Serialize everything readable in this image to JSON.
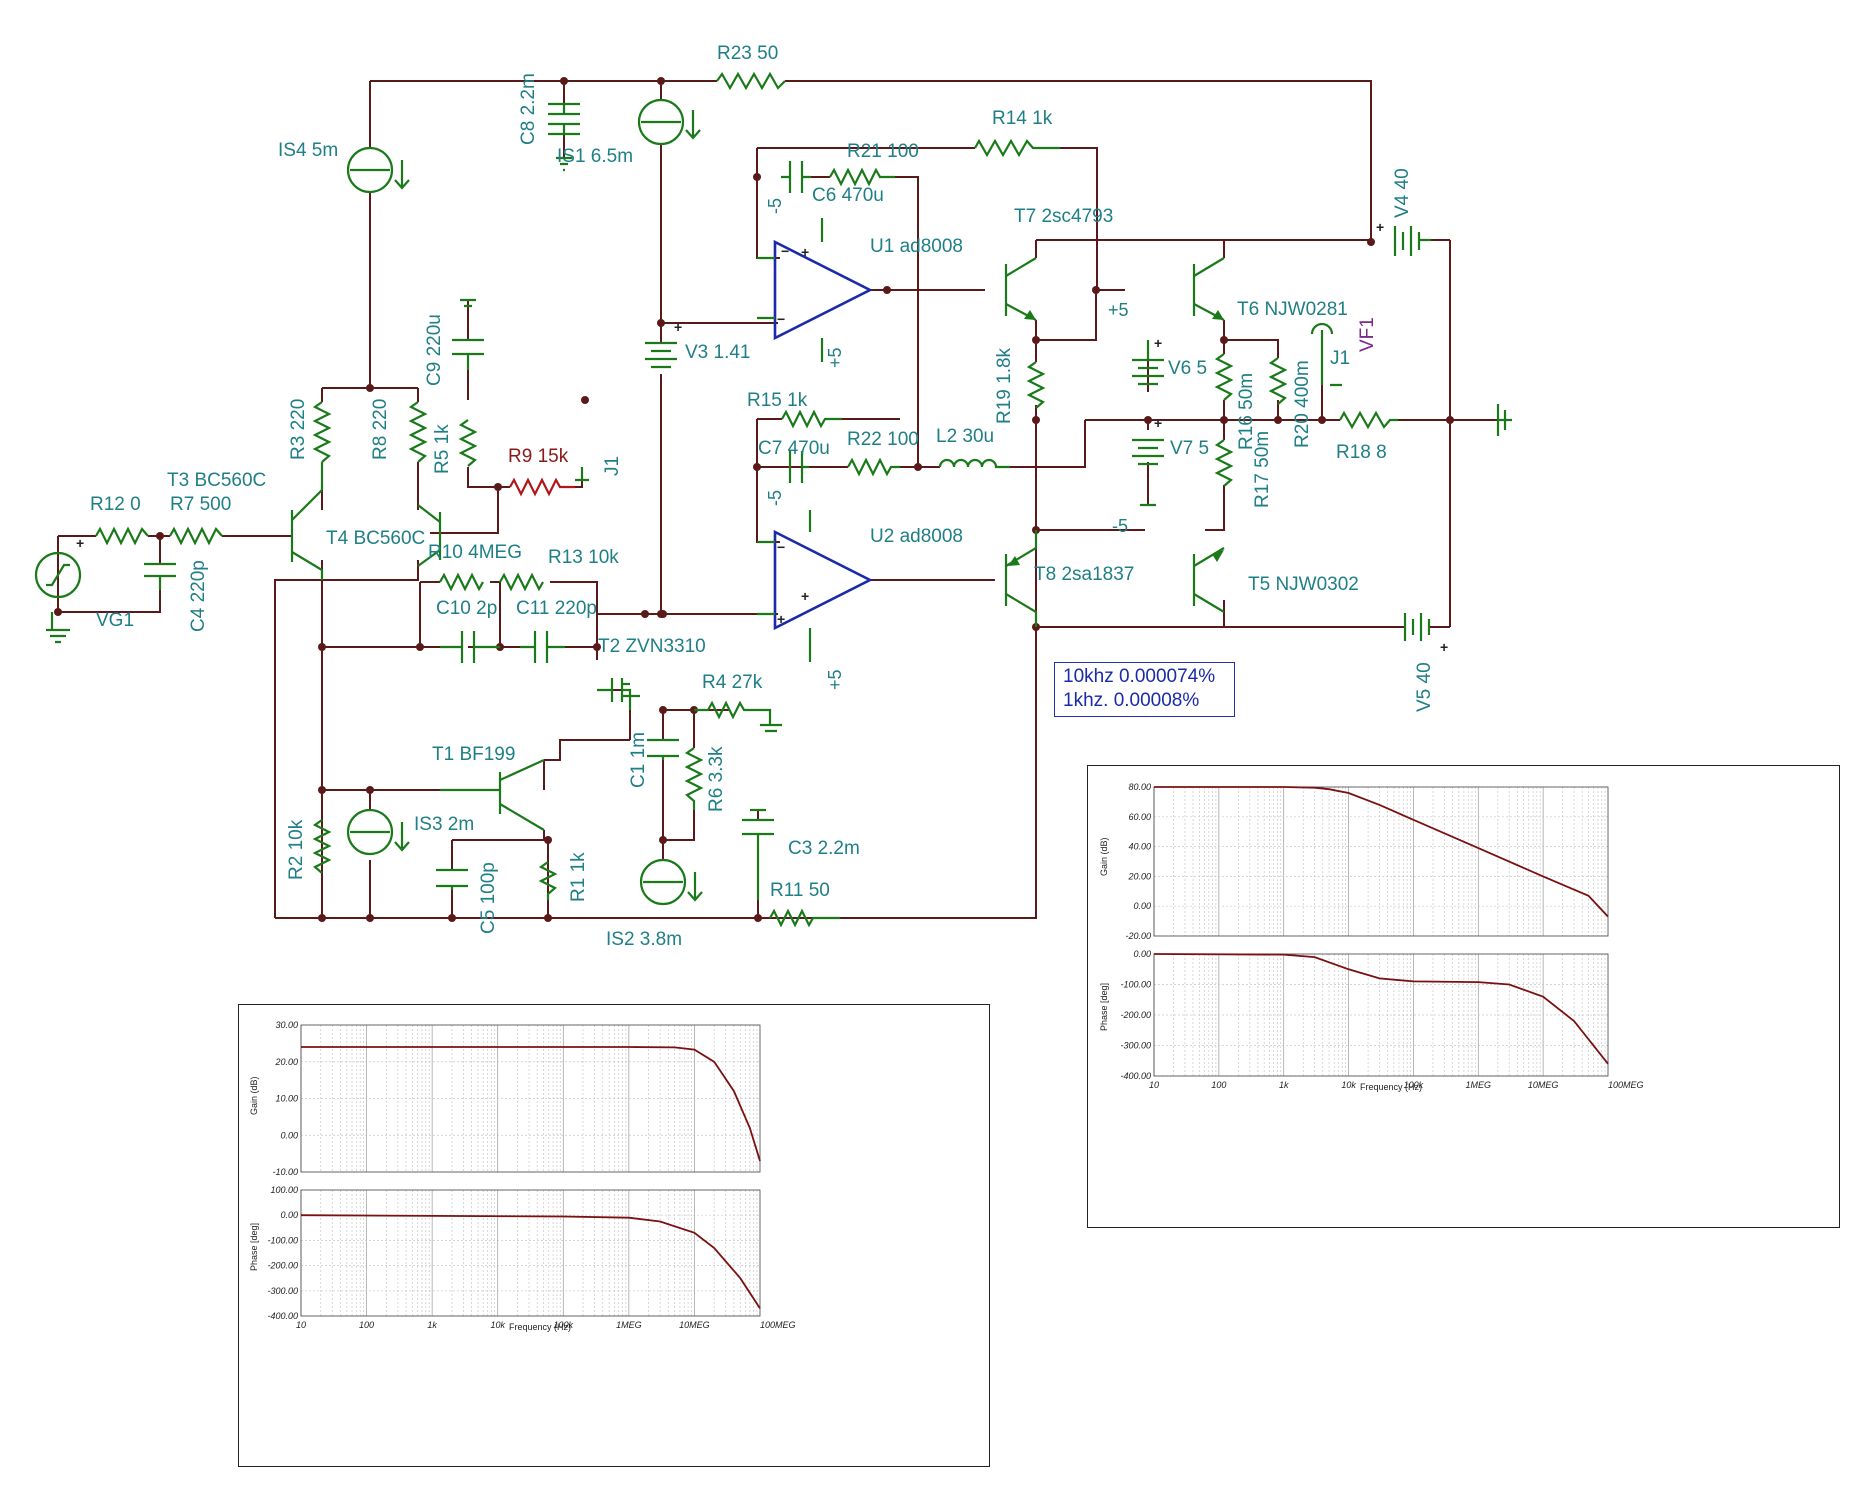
{
  "schematic": {
    "components": {
      "r23": "R23 50",
      "c8": "C8 2.2m",
      "is1": "IS1 6.5m",
      "is4": "IS4 5m",
      "r14": "R14 1k",
      "r21": "R21 100",
      "c6": "C6 470u",
      "u1": "U1 ad8008",
      "t7": "T7 2sc4793",
      "v4": "V4 40",
      "t6": "T6 NJW0281",
      "vf1": "VF1",
      "j1_right": "J1",
      "v6": "V6 5",
      "r16": "R16 50m",
      "r20": "R20 400m",
      "r18": "R18 8",
      "v7": "V7 5",
      "r17": "R17 50m",
      "c9": "C9 220u",
      "v3": "V3 1.41",
      "r19": "R19 1.8k",
      "r3": "R3 220",
      "r8": "R8 220",
      "r5": "R5 1k",
      "r9": "R9 15k",
      "j1_left": "J1",
      "r15": "R15 1k",
      "c7": "C7 470u",
      "r22": "R22 100",
      "l2": "L2 30u",
      "t3": "T3 BC560C",
      "r12": "R12 0",
      "r7": "R7 500",
      "t4": "T4 BC560C",
      "r10": "R10 4MEG",
      "r13": "R13 10k",
      "u2": "U2 ad8008",
      "t8": "T8 2sa1837",
      "t5": "T5 NJW0302",
      "c4": "C4 220p",
      "vg1": "VG1",
      "c10": "C10 2p",
      "c11": "C11 220p",
      "t2": "T2 ZVN3310",
      "r4": "R4 27k",
      "v5": "V5 40",
      "c1": "C1 1m",
      "r6": "R6 3.3k",
      "t1": "T1 BF199",
      "is3": "IS3 2m",
      "c3": "C3 2.2m",
      "r2": "R2 10k",
      "c5": "C5 100p",
      "r1": "R1 1k",
      "r11": "R11 50",
      "is2": "IS2 3.8m"
    },
    "supply_labels": {
      "u1_neg": "-5",
      "u1_pos": "+5",
      "u2_neg": "-5",
      "u2_pos": "+5",
      "v6_pos": "+5",
      "v7_neg": "-5"
    }
  },
  "results": {
    "line1": "10khz 0.000074%",
    "line2": "1khz.  0.00008%"
  },
  "plot_right": {
    "gain_ylabel": "Gain (dB)",
    "phase_ylabel": "Phase [deg]",
    "xlabel": "Frequency (Hz)",
    "gain_ticks": [
      "80.00",
      "60.00",
      "40.00",
      "20.00",
      "0.00",
      "-20.00"
    ],
    "phase_ticks": [
      "0.00",
      "-100.00",
      "-200.00",
      "-300.00",
      "-400.00"
    ],
    "x_ticks": [
      "10",
      "100",
      "1k",
      "10k",
      "100k",
      "1MEG",
      "10MEG",
      "100MEG"
    ]
  },
  "plot_left": {
    "gain_ylabel": "Gain (dB)",
    "phase_ylabel": "Phase [deg]",
    "xlabel": "Frequency (Hz)",
    "gain_ticks": [
      "30.00",
      "20.00",
      "10.00",
      "0.00",
      "-10.00"
    ],
    "phase_ticks": [
      "100.00",
      "0.00",
      "-100.00",
      "-200.00",
      "-300.00",
      "-400.00"
    ],
    "x_ticks": [
      "10",
      "100",
      "1k",
      "10k",
      "100k",
      "1MEG",
      "10MEG",
      "100MEG"
    ]
  },
  "chart_data": [
    {
      "type": "line",
      "id": "right-bode",
      "xscale": "log",
      "xlabel": "Frequency (Hz)",
      "xlim": [
        10,
        100000000
      ],
      "gain": {
        "ylabel": "Gain (dB)",
        "ylim": [
          -20,
          80
        ],
        "x": [
          10,
          1000,
          3000,
          5000,
          10000,
          30000,
          100000,
          1000000,
          10000000,
          50000000,
          100000000
        ],
        "y": [
          80,
          80,
          79.5,
          78.5,
          76,
          68,
          58,
          39,
          20,
          7,
          -7
        ]
      },
      "phase": {
        "ylabel": "Phase [deg]",
        "ylim": [
          -400,
          0
        ],
        "x": [
          10,
          1000,
          3000,
          10000,
          30000,
          100000,
          1000000,
          3000000,
          10000000,
          30000000,
          100000000
        ],
        "y": [
          0,
          -2,
          -10,
          -50,
          -80,
          -90,
          -92,
          -100,
          -140,
          -220,
          -360
        ]
      },
      "color": "#7a1010",
      "grid": true
    },
    {
      "type": "line",
      "id": "left-bode",
      "xscale": "log",
      "xlabel": "Frequency (Hz)",
      "xlim": [
        10,
        100000000
      ],
      "gain": {
        "ylabel": "Gain (dB)",
        "ylim": [
          -10,
          30
        ],
        "x": [
          10,
          1000000,
          5000000,
          10000000,
          20000000,
          40000000,
          70000000,
          100000000
        ],
        "y": [
          24,
          24,
          23.9,
          23.3,
          20,
          12,
          2,
          -7
        ]
      },
      "phase": {
        "ylabel": "Phase [deg]",
        "ylim": [
          -400,
          100
        ],
        "x": [
          10,
          100000,
          1000000,
          3000000,
          10000000,
          20000000,
          50000000,
          100000000
        ],
        "y": [
          0,
          -5,
          -10,
          -25,
          -70,
          -130,
          -250,
          -370
        ]
      },
      "color": "#7a1010",
      "grid": true
    }
  ]
}
